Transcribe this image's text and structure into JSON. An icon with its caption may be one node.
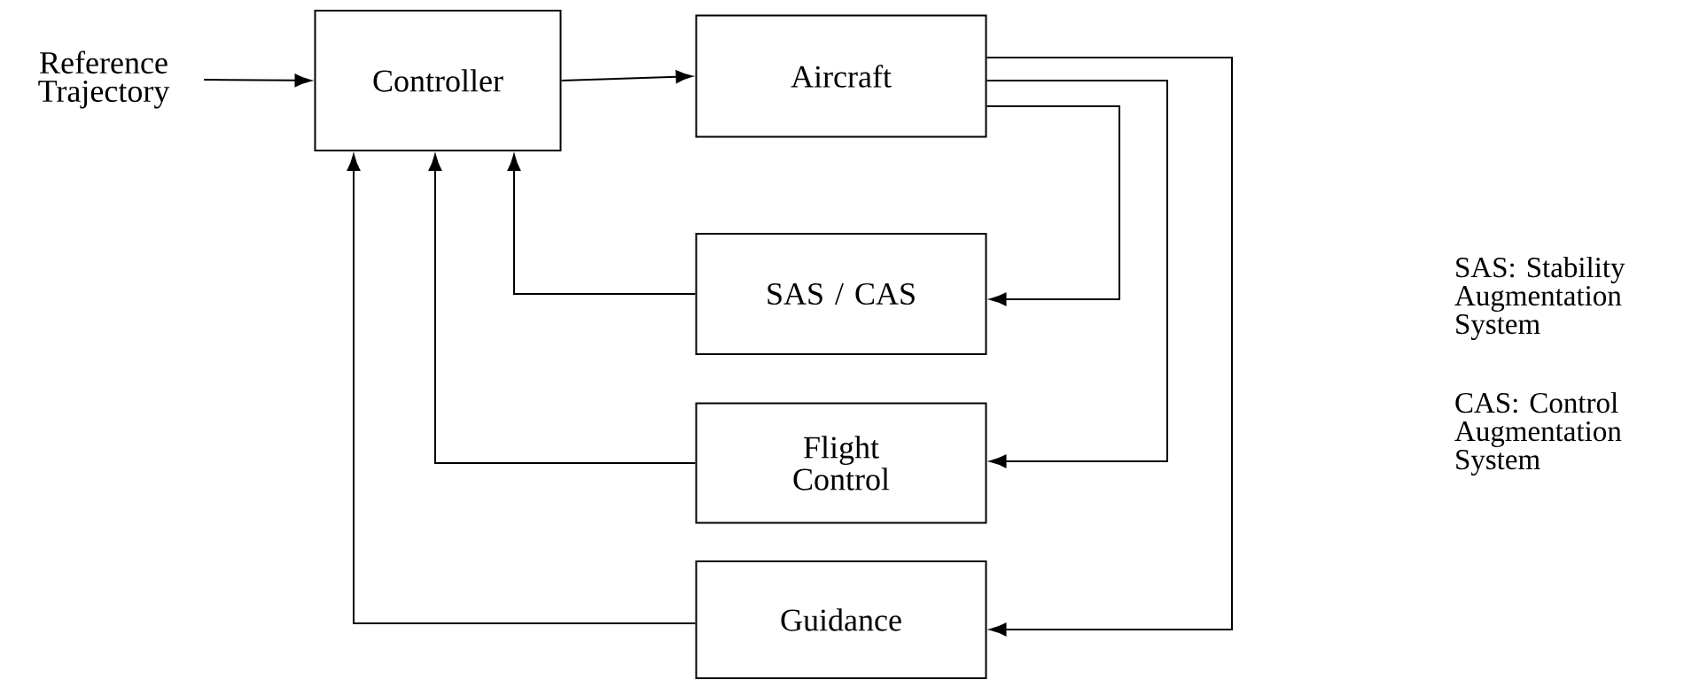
{
  "diagram": {
    "nodes": [
      {
        "text": [
          "Reference Trajectory"
        ]
      },
      {
        "text": [
          "Controller"
        ]
      },
      {
        "text": [
          "Aircraft"
        ]
      },
      {
        "text": [
          "SAS / CAS"
        ]
      },
      {
        "text": [
          "Flight Control"
        ]
      },
      {
        "text": [
          "Guidance"
        ]
      }
    ],
    "edges": [
      {
        "from": 0,
        "to": 1,
        "arrow": "to"
      },
      {
        "from": 1,
        "to": 2,
        "arrow": "to"
      },
      {
        "from": 2,
        "to": 3,
        "arrow": "to"
      },
      {
        "from": 2,
        "to": 4,
        "arrow": "to"
      },
      {
        "from": 2,
        "to": 5,
        "arrow": "to"
      },
      {
        "from": 3,
        "to": 1,
        "arrow": "to"
      },
      {
        "from": 4,
        "to": 1,
        "arrow": "to"
      },
      {
        "from": 5,
        "to": 1,
        "arrow": "to"
      }
    ],
    "labels": [
      "SAS: Stability Augmentation System",
      "CAS: Control Augmentation System"
    ]
  }
}
